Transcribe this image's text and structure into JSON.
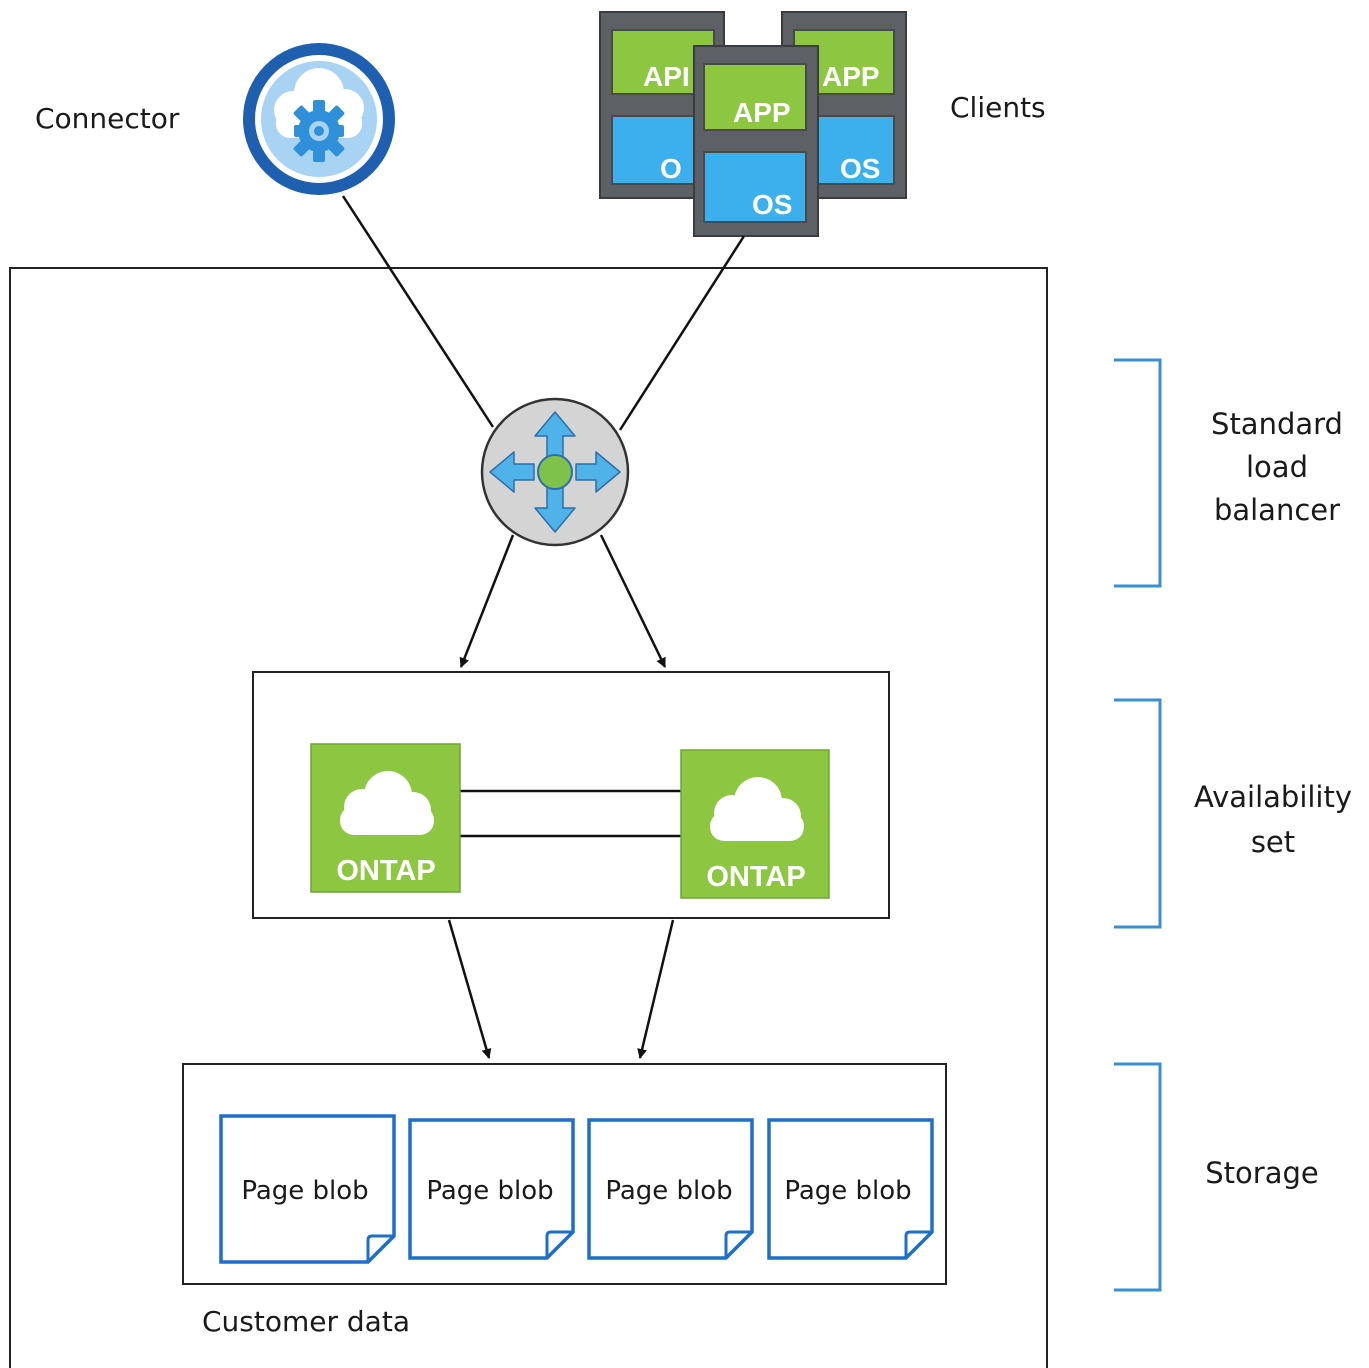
{
  "labels": {
    "connector": "Connector",
    "clients": "Clients",
    "lb_line1": "Standard",
    "lb_line2": "load",
    "lb_line3": "balancer",
    "avail_line1": "Availability",
    "avail_line2": "set",
    "storage": "Storage",
    "customer_data": "Customer data"
  },
  "client_tiles": {
    "app": "APP",
    "app_clipped": "API",
    "os": "OS",
    "os_clipped": "O"
  },
  "ontap_nodes": [
    {
      "label": "ONTAP"
    },
    {
      "label": "ONTAP"
    }
  ],
  "page_blobs": [
    {
      "label": "Page blob"
    },
    {
      "label": "Page blob"
    },
    {
      "label": "Page blob"
    },
    {
      "label": "Page blob"
    }
  ],
  "colors": {
    "connector_ring": "#1f5fb0",
    "connector_fill": "#a9d3f2",
    "cloud": "#ffffff",
    "gear": "#2f8fd8",
    "client_frame": "#5d6166",
    "app_green": "#8dc641",
    "os_blue": "#3bb0ec",
    "ontap_green": "#8dc641",
    "lb_grey": "#d4d4d4",
    "lb_arrow": "#4fb3ea",
    "lb_center": "#7ec24a",
    "blob_blue": "#1e6fc8",
    "bracket_blue": "#3b8fd0",
    "line": "#111111"
  },
  "icons": [
    "connector-cloud-gear-icon",
    "client-app-os-stack-icon",
    "load-balancer-icon",
    "ontap-cloud-icon",
    "page-blob-icon"
  ]
}
